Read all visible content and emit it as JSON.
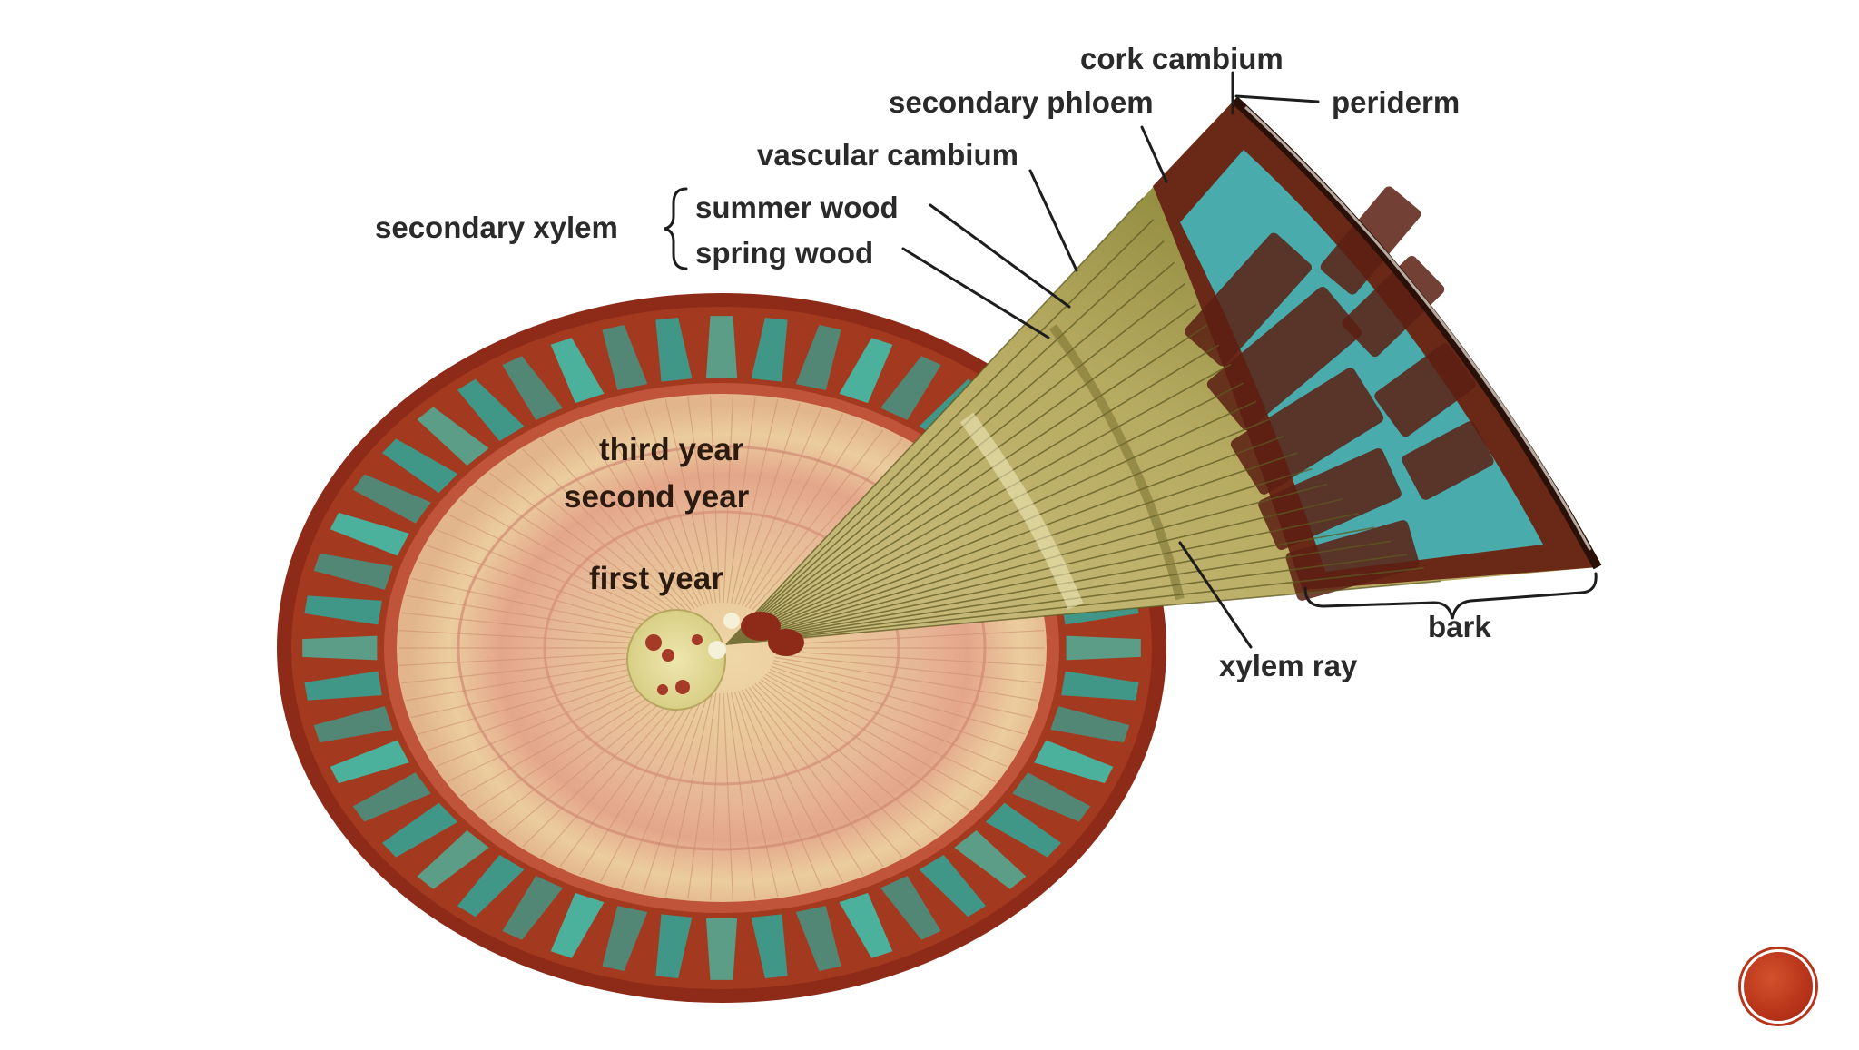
{
  "diagram": {
    "labels": {
      "cork_cambium": "cork cambium",
      "secondary_phloem": "secondary phloem",
      "periderm": "periderm",
      "vascular_cambium": "vascular cambium",
      "secondary_xylem": "secondary xylem",
      "summer_wood": "summer wood",
      "spring_wood": "spring wood",
      "third_year": "third year",
      "second_year": "second year",
      "first_year": "first year",
      "bark": "bark",
      "xylem_ray": "xylem ray"
    }
  },
  "colors": {
    "bark_red": "#8e2a18",
    "cortex_teal": "#3cc7b4",
    "wood_tan": "#e9c89a",
    "wood_pink": "#dd9a82",
    "pith": "#e6dc9a",
    "wedge_olive": "#b4a860",
    "wedge_teal": "#44c2c8",
    "accent_button": "#b8341a"
  },
  "icons": {
    "slide_button": "circle-button-icon"
  }
}
